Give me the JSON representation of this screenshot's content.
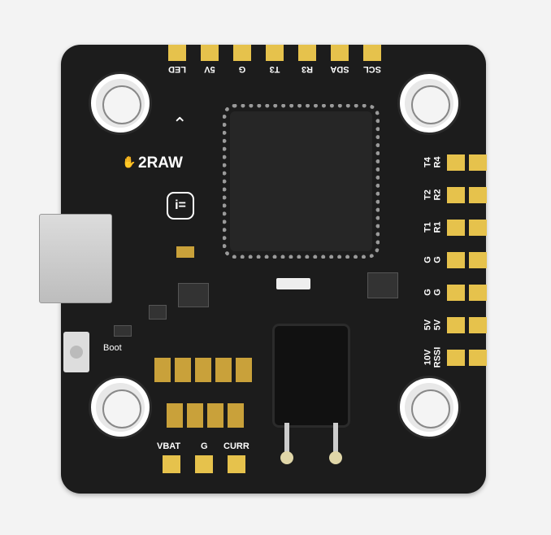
{
  "board": {
    "brand": "2RAW",
    "boot_label": "Boot",
    "top_pads": [
      "LED",
      "5V",
      "G",
      "T3",
      "R3",
      "SDA",
      "SCL"
    ],
    "right_pads": [
      [
        "T4",
        "R4"
      ],
      [
        "T2",
        "R2"
      ],
      [
        "T1",
        "R1"
      ],
      [
        "G",
        "G"
      ],
      [
        "G",
        "G"
      ],
      [
        "5V",
        "5V"
      ],
      [
        "10V",
        "RSSI"
      ]
    ],
    "bottom_pads": [
      "VBAT",
      "G",
      "CURR"
    ],
    "colors": {
      "pcb": "#1c1c1c",
      "pad": "#e6c24c",
      "background": "#f3f3f3"
    }
  }
}
